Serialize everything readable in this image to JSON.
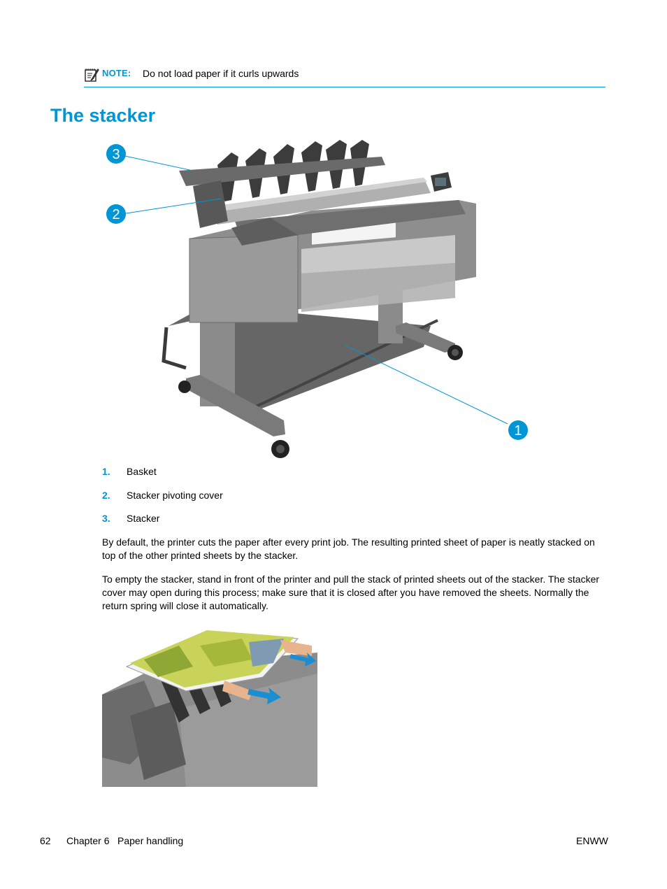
{
  "note": {
    "label": "NOTE:",
    "text": "Do not load paper if it curls upwards",
    "icon": "note-pencil-icon"
  },
  "heading": "The stacker",
  "figure1": {
    "callouts": [
      "3",
      "2",
      "1"
    ],
    "callout_color": "#0096d6"
  },
  "legend": [
    {
      "num": "1.",
      "label": "Basket"
    },
    {
      "num": "2.",
      "label": "Stacker pivoting cover"
    },
    {
      "num": "3.",
      "label": "Stacker"
    }
  ],
  "paragraphs": [
    "By default, the printer cuts the paper after every print job. The resulting printed sheet of paper is neatly stacked on top of the other printed sheets by the stacker.",
    "To empty the stacker, stand in front of the printer and pull the stack of printed sheets out of the stacker. The stacker cover may open during this process; make sure that it is closed after you have removed the sheets. Normally the return spring will close it automatically."
  ],
  "footer": {
    "page_number": "62",
    "chapter": "Chapter 6",
    "section": "Paper handling",
    "right": "ENWW"
  },
  "colors": {
    "accent": "#0096d6"
  }
}
